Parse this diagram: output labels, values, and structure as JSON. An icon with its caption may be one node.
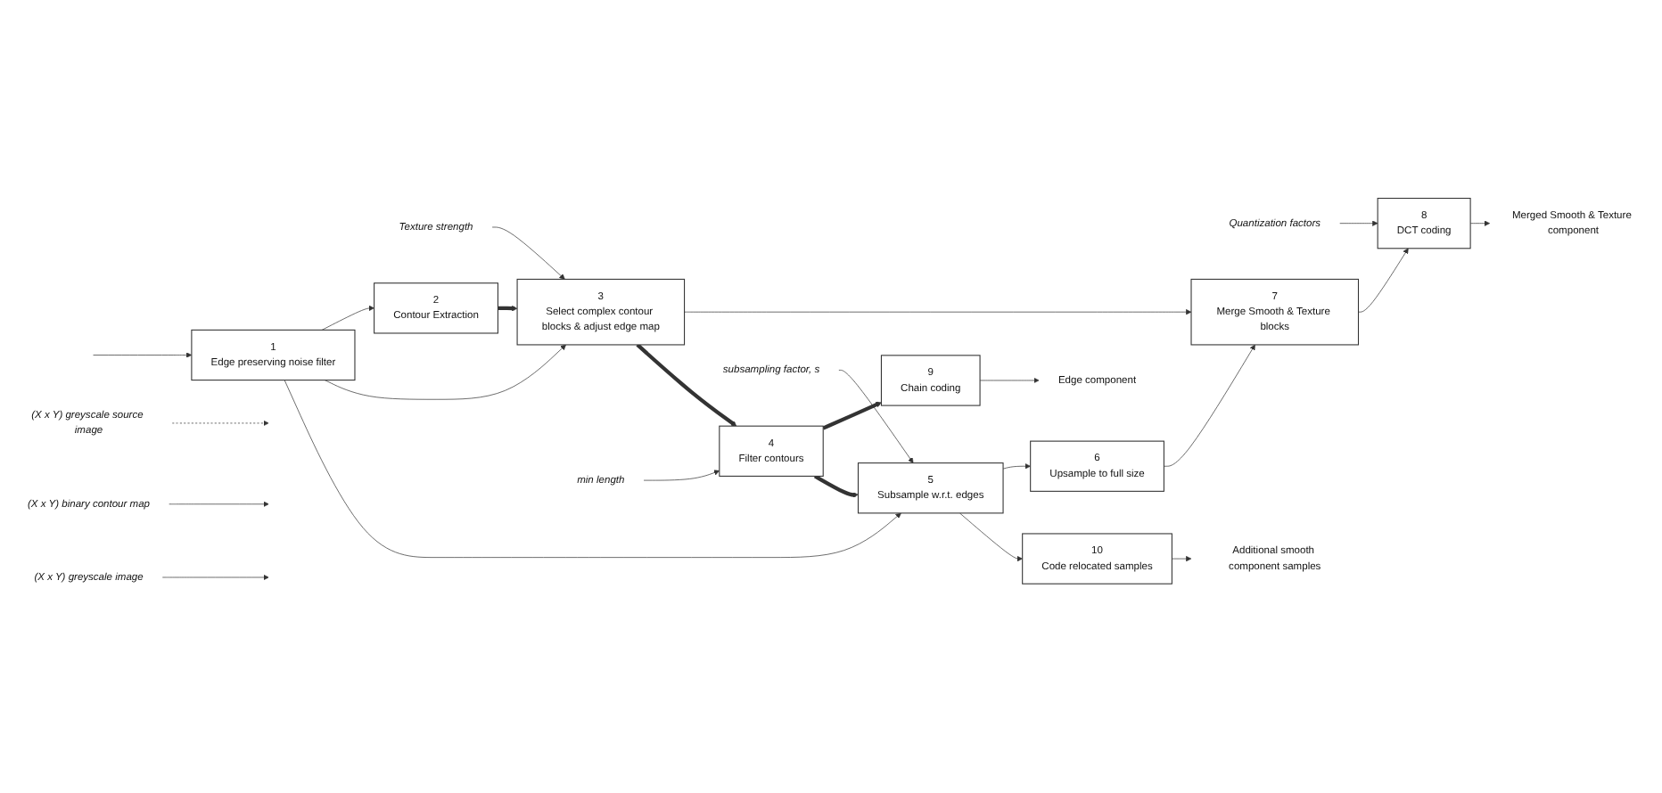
{
  "diagram": {
    "nodes": [
      {
        "text": [
          "Texture strength"
        ]
      },
      {
        "text": [
          "Quantization factors"
        ]
      },
      {
        "text": [
          "2",
          "Contour Extraction"
        ]
      },
      {
        "text": [
          "3",
          "Select complex contour blocks & adjust edge map"
        ]
      },
      {
        "text": [
          "7",
          "Merge Smooth & Texture blocks"
        ]
      },
      {
        "text": [
          "8",
          "DCT coding"
        ]
      },
      {
        "text": [
          "Merged Smooth & Texture component"
        ]
      },
      {
        "text": [
          "(X x Y) greyscale source image"
        ]
      },
      {
        "text": [
          "(X x Y) binary contour map"
        ]
      },
      {
        "text": [
          "1",
          "Edge preserving noise filter"
        ]
      },
      {
        "text": [
          "4",
          "Filter contours"
        ]
      },
      {
        "text": [
          "9",
          "Chain coding"
        ]
      },
      {
        "text": [
          "Edge component"
        ]
      },
      {
        "text": [
          "min length"
        ]
      },
      {
        "text": [
          "subsampling factor, s"
        ]
      },
      {
        "text": [
          "5",
          "Subsample w.r.t. edges"
        ]
      },
      {
        "text": [
          "6",
          "Upsample to full size"
        ]
      },
      {
        "text": [
          "(X x Y) greyscale image"
        ]
      },
      {
        "text": [
          "10",
          "Code relocated samples"
        ]
      },
      {
        "text": [
          "Additional smooth component samples"
        ]
      }
    ],
    "edges": [
      {
        "from": null,
        "to": 9,
        "arrow": "to"
      },
      {
        "from": 7,
        "to": null,
        "arrow": "to",
        "style": "dashed"
      },
      {
        "from": 9,
        "to": 2,
        "arrow": "to"
      },
      {
        "from": 9,
        "to": 3,
        "arrow": "to"
      },
      {
        "from": 2,
        "to": 3,
        "arrow": "to",
        "style": "thick"
      },
      {
        "from": 0,
        "to": 3,
        "arrow": "to"
      },
      {
        "from": 3,
        "to": 4,
        "arrow": "to"
      },
      {
        "from": 3,
        "to": 10,
        "arrow": "to",
        "style": "thick"
      },
      {
        "from": 1,
        "to": 5,
        "arrow": "to"
      },
      {
        "from": 4,
        "to": 5,
        "arrow": "to"
      },
      {
        "from": 5,
        "to": 6,
        "arrow": "to"
      },
      {
        "from": 8,
        "to": null,
        "arrow": "to"
      },
      {
        "from": 10,
        "to": 11,
        "arrow": "to",
        "style": "thick"
      },
      {
        "from": 11,
        "to": 12,
        "arrow": "to"
      },
      {
        "from": 13,
        "to": 10,
        "arrow": "to"
      },
      {
        "from": 10,
        "to": 15,
        "arrow": "to",
        "style": "thick"
      },
      {
        "from": 9,
        "to": 15,
        "arrow": "to"
      },
      {
        "from": 14,
        "to": 15,
        "arrow": "to"
      },
      {
        "from": 15,
        "to": 16,
        "arrow": "to"
      },
      {
        "from": 17,
        "to": null,
        "arrow": "to"
      },
      {
        "from": 16,
        "to": 4,
        "arrow": "to"
      },
      {
        "from": 15,
        "to": 18,
        "arrow": "to"
      },
      {
        "from": 18,
        "to": 19,
        "arrow": "to"
      }
    ]
  }
}
